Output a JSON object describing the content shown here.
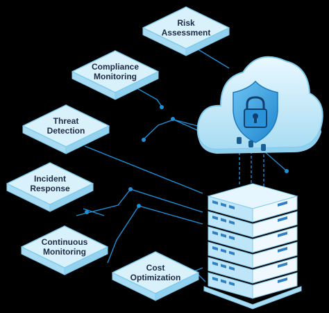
{
  "colors": {
    "background": "#000000",
    "tile_top": "#d9f1fb",
    "tile_side": "#a9dcf3",
    "tile_edge": "#7fcbed",
    "connector": "#1e90d8",
    "label_text": "#1d2a44",
    "cloud": "#cfeefc",
    "shield": "#3aa6e6",
    "server_face": "#eef8fe",
    "server_front": "#bfe6f8",
    "server_slot": "#2f7fc4"
  },
  "tiles": [
    {
      "id": "risk",
      "label": "Risk\nAssessment"
    },
    {
      "id": "compliance",
      "label": "Compliance\nMonitoring"
    },
    {
      "id": "threat",
      "label": "Threat\nDetection"
    },
    {
      "id": "incident",
      "label": "Incident\nResponse"
    },
    {
      "id": "continuous",
      "label": "Continuous\nMonitoring"
    },
    {
      "id": "cost",
      "label": "Cost\nOptimization"
    }
  ],
  "icons": {
    "cloud": "cloud-icon",
    "shield": "shield-lock-icon",
    "server": "server-rack-icon"
  }
}
